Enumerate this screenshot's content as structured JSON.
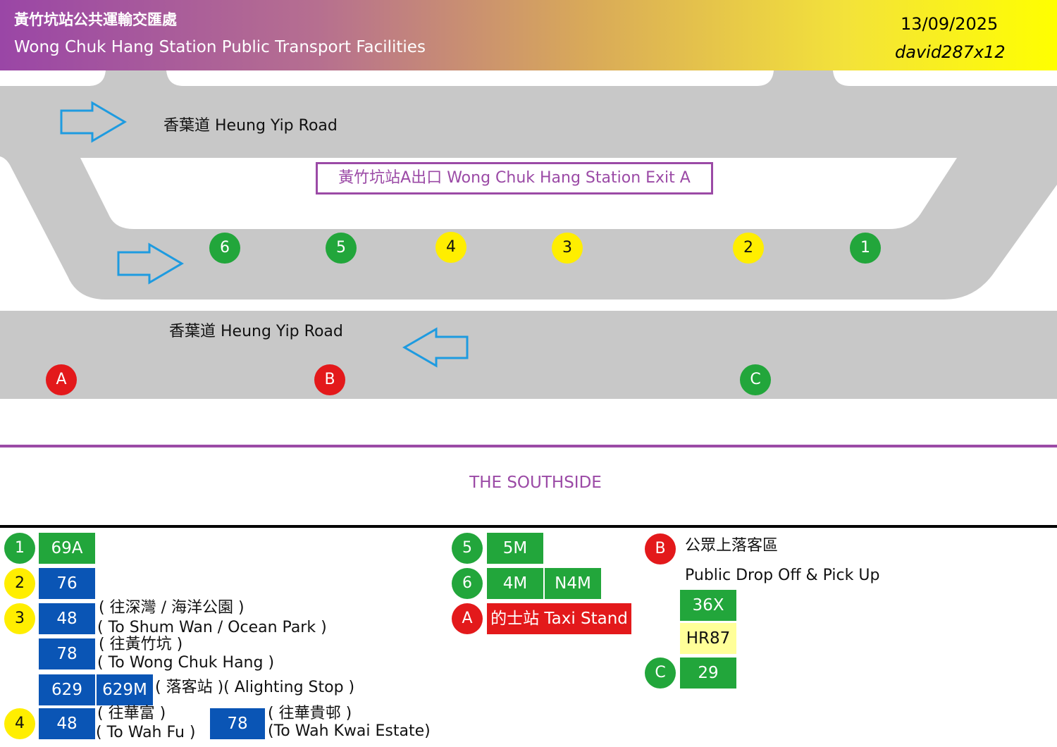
{
  "header": {
    "title_zh": "黃竹坑站公共運輸交匯處",
    "title_en": "Wong Chuk Hang Station Public Transport Facilities",
    "date": "13/09/2025",
    "author": "david287x12",
    "colors": {
      "start": "#9a46a6",
      "end": "#ffff00"
    }
  },
  "map": {
    "road_top": "香葉道 Heung Yip Road",
    "road_bottom": "香葉道 Heung Yip Road",
    "exit_label": "黃竹坑站A出口 Wong Chuk Hang Station Exit A",
    "bay_stops": [
      {
        "id": "6",
        "color": "green"
      },
      {
        "id": "5",
        "color": "green"
      },
      {
        "id": "4",
        "color": "yellow"
      },
      {
        "id": "3",
        "color": "yellow"
      },
      {
        "id": "2",
        "color": "yellow"
      },
      {
        "id": "1",
        "color": "green"
      }
    ],
    "street_stops": [
      {
        "id": "A",
        "color": "red"
      },
      {
        "id": "B",
        "color": "red"
      },
      {
        "id": "C",
        "color": "green"
      }
    ],
    "building": "THE SOUTHSIDE"
  },
  "legend": {
    "stop1": {
      "id": "1",
      "routes": [
        "69A"
      ]
    },
    "stop2": {
      "id": "2",
      "routes": [
        "76"
      ]
    },
    "stop3": {
      "id": "3",
      "row1": {
        "route": "48",
        "note_zh": "( 往深灣 / 海洋公園 )",
        "note_en": "( To Shum Wan / Ocean Park )"
      },
      "row2": {
        "route": "78",
        "note_zh": "( 往黃竹坑 )",
        "note_en": "( To Wong Chuk Hang )"
      },
      "row3": {
        "routes": [
          "629",
          "629M"
        ],
        "note": "( 落客站 )( Alighting Stop )"
      }
    },
    "stop4": {
      "id": "4",
      "left": {
        "route": "48",
        "note_zh": "( 往華富 )",
        "note_en": "( To Wah Fu )"
      },
      "right": {
        "route": "78",
        "note_zh": "( 往華貴邨 )",
        "note_en": "(To Wah Kwai Estate)"
      }
    },
    "stop5": {
      "id": "5",
      "routes": [
        "5M"
      ]
    },
    "stop6": {
      "id": "6",
      "routes": [
        "4M",
        "N4M"
      ]
    },
    "stopA": {
      "id": "A",
      "label": "的士站 Taxi Stand"
    },
    "stopB": {
      "id": "B",
      "label_zh": "公眾上落客區",
      "label_en": "Public Drop Off & Pick Up",
      "routes": [
        "36X",
        "HR87"
      ]
    },
    "stopC": {
      "id": "C",
      "routes": [
        "29"
      ]
    }
  }
}
